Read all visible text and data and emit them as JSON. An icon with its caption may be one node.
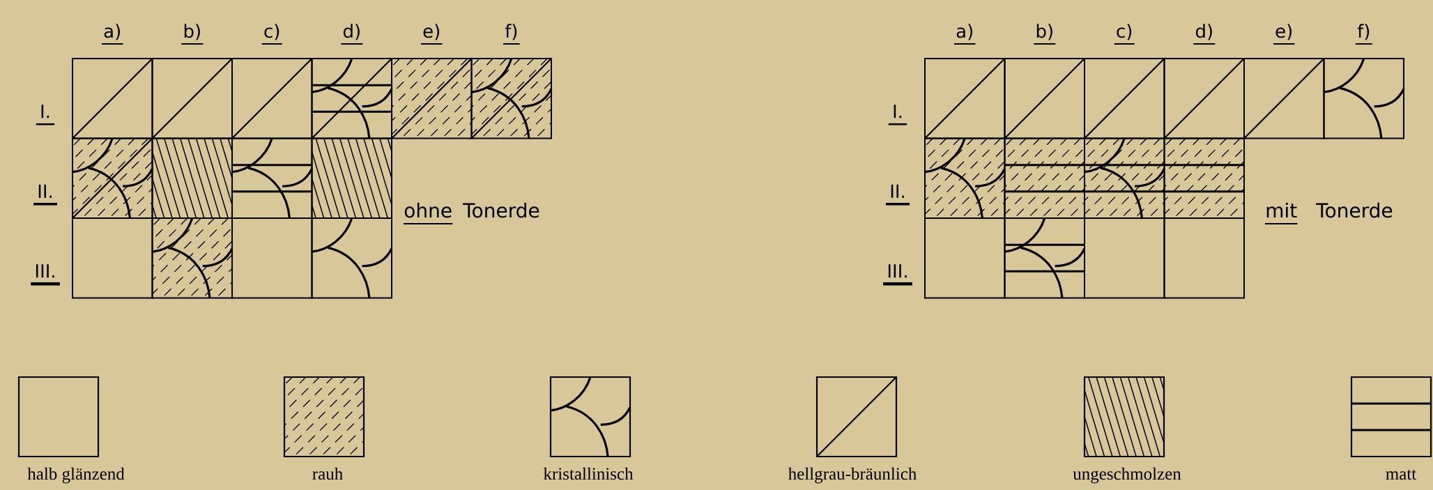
{
  "diagram": {
    "labels": [
      "a)",
      "b)",
      "c)",
      "d)",
      "e)",
      "f)",
      "I.",
      "II.",
      "III.",
      "ohne",
      "Tonerde",
      "a)",
      "b)",
      "c)",
      "d)",
      "e)",
      "f)",
      "I.",
      "II.",
      "III.",
      "mit",
      "Tonerde"
    ],
    "legend": [
      {
        "text": "halb glänzend"
      },
      {
        "text": "rauh"
      },
      {
        "text": "kristallinisch"
      },
      {
        "text": "hellgrau-bräunlich"
      },
      {
        "text": "ungeschmolzen"
      },
      {
        "text": "matt"
      }
    ]
  }
}
